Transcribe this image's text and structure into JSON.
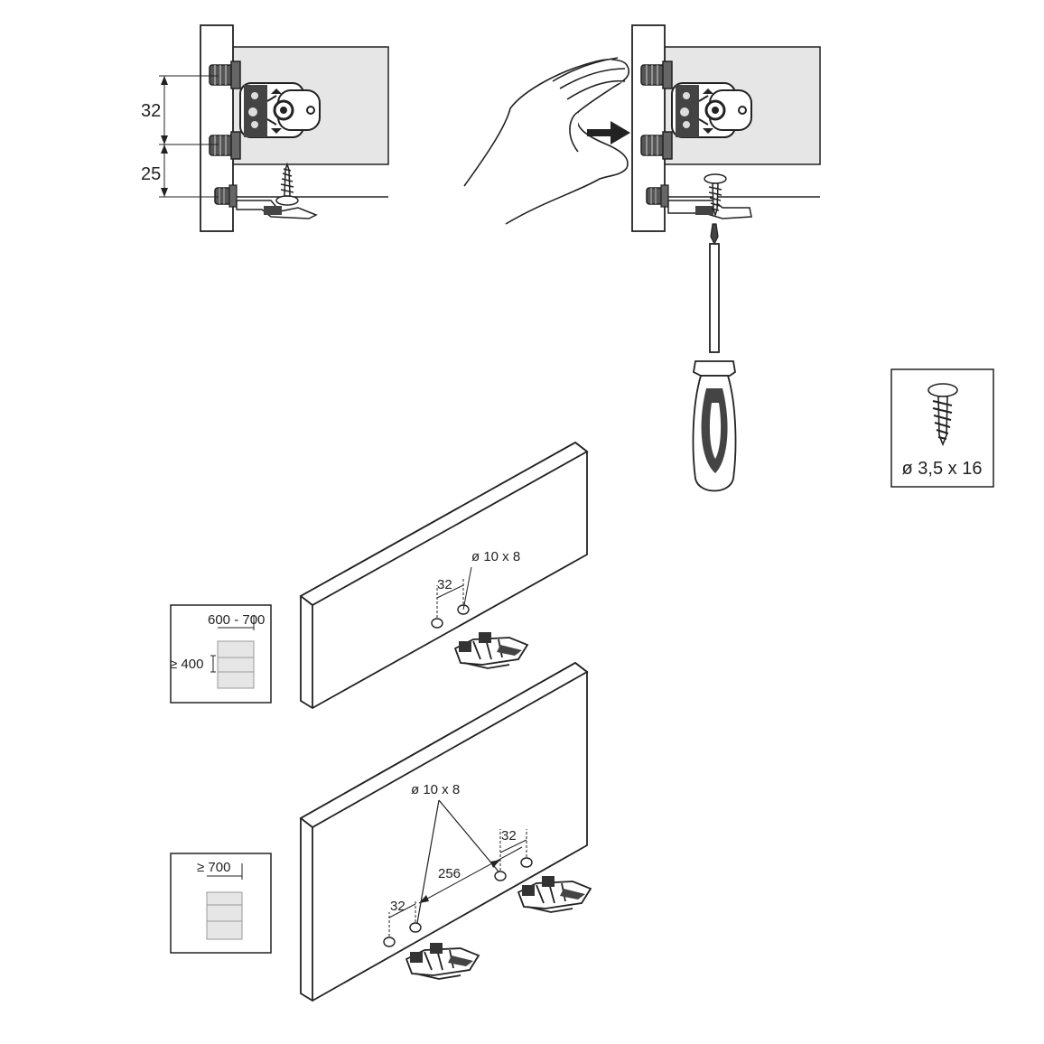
{
  "top_left_detail": {
    "dim_hole_spacing": "32",
    "dim_bottom_offset": "25"
  },
  "screw_box": {
    "label": "ø 3,5 x 16"
  },
  "front_small": {
    "hole_label": "ø 10 x 8",
    "spacing": "32"
  },
  "front_large": {
    "hole_label": "ø 10 x 8",
    "spacing_left": "32",
    "spacing_right": "32",
    "center_distance": "256"
  },
  "legend_small": {
    "width_range": "600 - 700",
    "height_min": "≥ 400"
  },
  "legend_large": {
    "width_min": "≥  700"
  },
  "colors": {
    "panel_fill": "#e6e6e6",
    "line": "#222222",
    "bracket_dark": "#3a3a3a"
  }
}
